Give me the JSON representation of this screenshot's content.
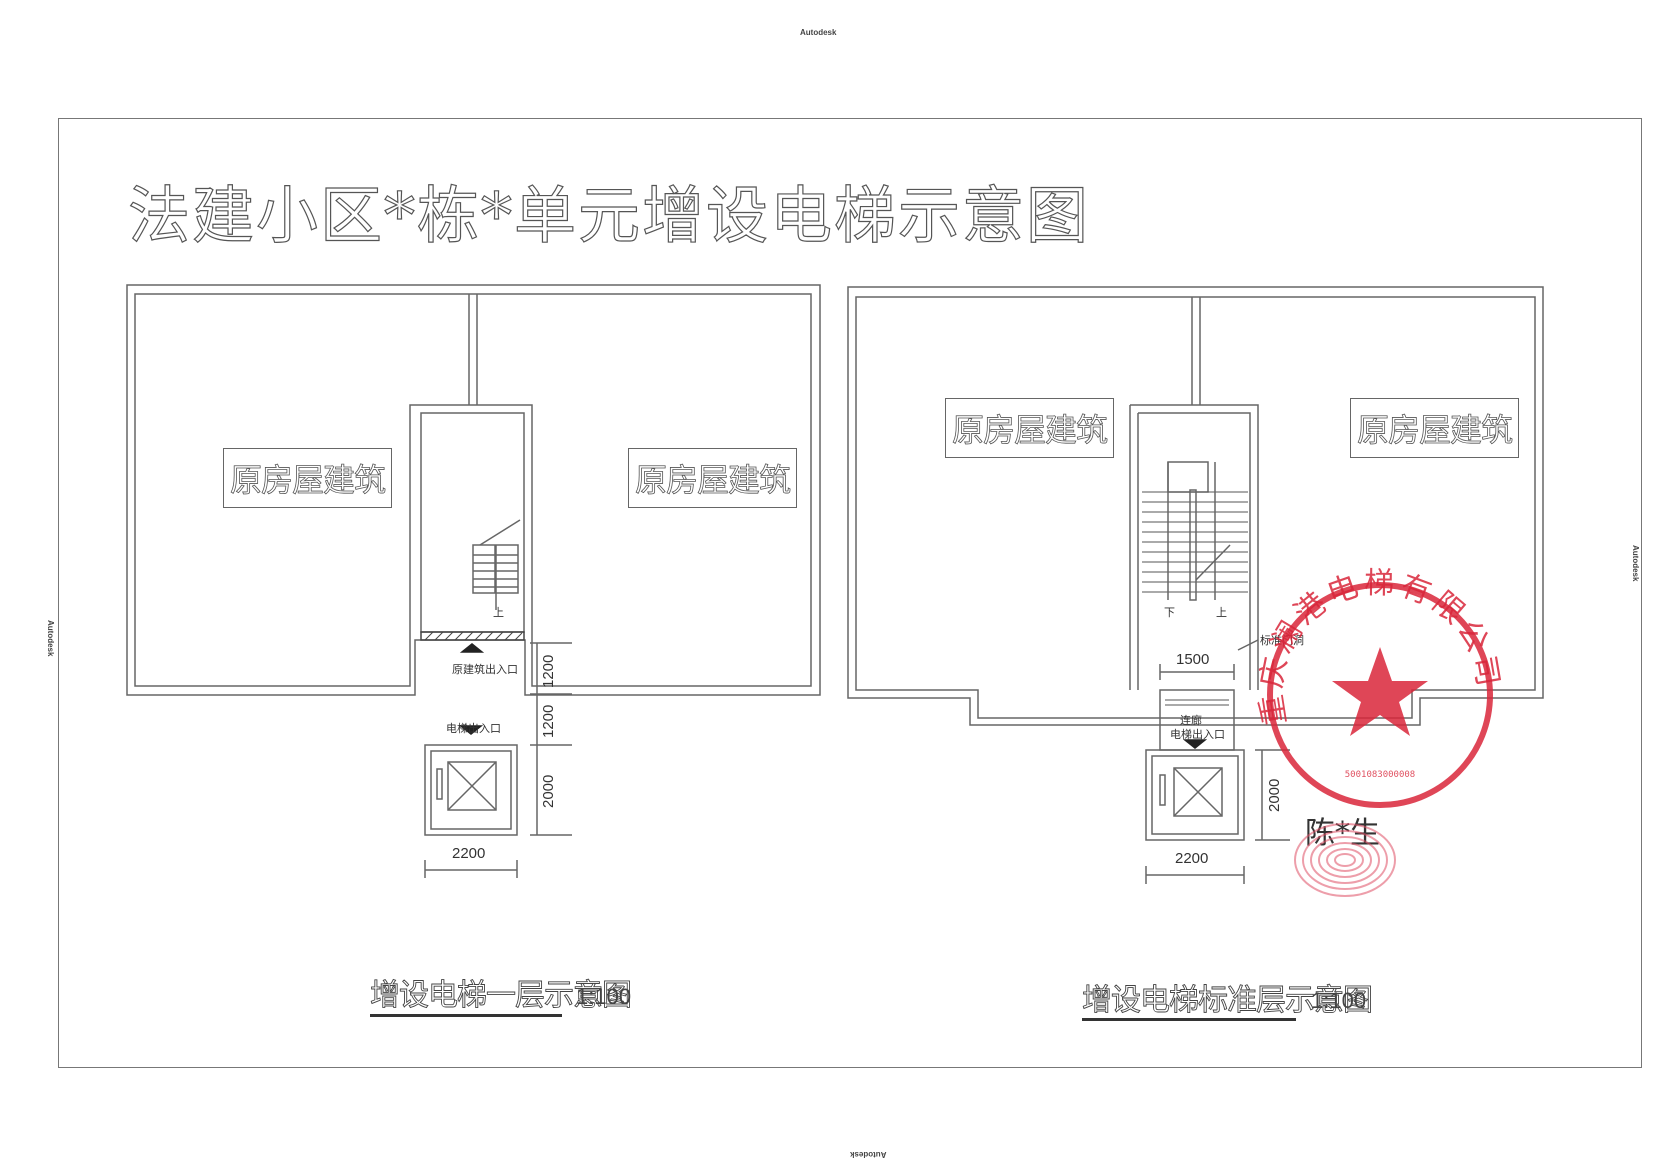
{
  "watermark": "Autodesk",
  "title": "法建小区*栋*单元增设电梯示意图",
  "plans": {
    "left": {
      "building_left": "原房屋建筑",
      "building_right": "原房屋建筑",
      "stair_label": "上",
      "entrance_original": "原建筑出入口",
      "entrance_elevator": "电梯出入口",
      "dim_h1": "1200",
      "dim_h2": "1200",
      "dim_h3": "2000",
      "dim_w": "2200",
      "caption": "增设电梯一层示意图",
      "scale": "1:100"
    },
    "right": {
      "building_left": "原房屋建筑",
      "building_right": "原房屋建筑",
      "stair_down": "下",
      "stair_up": "上",
      "landing_label": "标准门洞",
      "corridor_label": "连廊",
      "entrance_elevator": "电梯出入口",
      "dim_w_top": "1500",
      "dim_h3": "2000",
      "dim_w": "2200",
      "caption": "增设电梯标准层示意图",
      "scale": "1:100"
    }
  },
  "seal": {
    "text": "重庆澜港电梯有限公司",
    "number": "5001083000008",
    "color": "#d9263a"
  },
  "signature": "陈*生"
}
